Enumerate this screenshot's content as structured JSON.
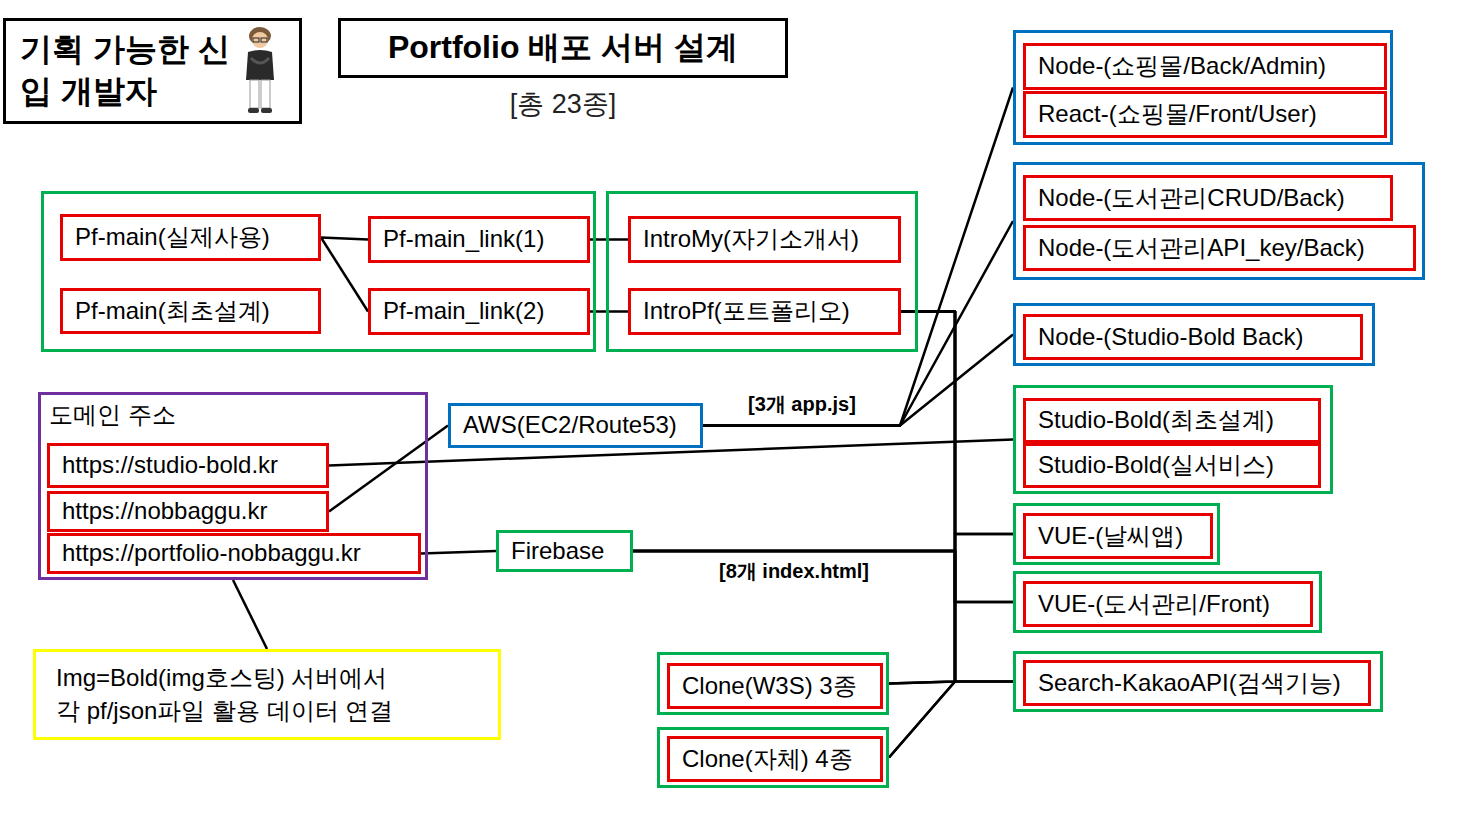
{
  "diagram": {
    "title": "Portfolio 배포 서버 설계",
    "caption": "[총 23종]",
    "nodes": [
      {
        "text": [
          "기획 가능한 신입 개발자"
        ]
      },
      {
        "text": []
      },
      {
        "text": [
          "Pf-main(실제사용)"
        ],
        "in": 1
      },
      {
        "text": [
          "Pf-main_link(1)"
        ],
        "in": 1
      },
      {
        "text": [
          "Pf-main(최초설계)"
        ],
        "in": 1
      },
      {
        "text": [
          "Pf-main_link(2)"
        ],
        "in": 1
      },
      {
        "text": []
      },
      {
        "text": [
          "IntroMy(자기소개서)"
        ],
        "in": 6
      },
      {
        "text": [
          "IntroPf(포트폴리오)"
        ],
        "in": 6
      },
      {
        "text": [
          "도메인 주소"
        ]
      },
      {
        "text": [
          "https://studio-bold.kr"
        ],
        "in": 9
      },
      {
        "text": [
          "https://nobbaggu.kr"
        ],
        "in": 9
      },
      {
        "text": [
          "https://portfolio-nobbaggu.kr"
        ],
        "in": 9
      },
      {
        "text": [
          "AWS(EC2/Route53)"
        ]
      },
      {
        "text": [
          "Firebase"
        ]
      },
      {
        "text": [
          "Img=Bold(img호스팅) 서버에서 각 pf/json파일 활용 데이터 연결"
        ]
      },
      {
        "text": []
      },
      {
        "text": [
          "Node-(쇼핑몰/Back/Admin)"
        ],
        "in": 16
      },
      {
        "text": [
          "React-(쇼핑몰/Front/User)"
        ],
        "in": 16
      },
      {
        "text": []
      },
      {
        "text": [
          "Node-(도서관리CRUD/Back)"
        ],
        "in": 19
      },
      {
        "text": [
          "Node-(도서관리API_key/Back)"
        ],
        "in": 19
      },
      {
        "text": []
      },
      {
        "text": [
          "Node-(Studio-Bold Back)"
        ],
        "in": 22
      },
      {
        "text": []
      },
      {
        "text": [
          "Studio-Bold(최초설계)"
        ],
        "in": 24
      },
      {
        "text": [
          "Studio-Bold(실서비스)"
        ],
        "in": 24
      },
      {
        "text": []
      },
      {
        "text": [
          "VUE-(날씨앱)"
        ],
        "in": 27
      },
      {
        "text": []
      },
      {
        "text": [
          "VUE-(도서관리/Front)"
        ],
        "in": 29
      },
      {
        "text": []
      },
      {
        "text": [
          "Search-KakaoAPI(검색기능)"
        ],
        "in": 31
      },
      {
        "text": []
      },
      {
        "text": [
          "Clone(W3S) 3종"
        ],
        "in": 33
      },
      {
        "text": []
      },
      {
        "text": [
          "Clone(자체) 4종"
        ],
        "in": 35
      }
    ],
    "edges": [
      {
        "from": 2,
        "to": 3,
        "arrow": "none"
      },
      {
        "from": 2,
        "to": 5,
        "arrow": "none"
      },
      {
        "from": 3,
        "to": 7,
        "arrow": "none"
      },
      {
        "from": 5,
        "to": 8,
        "arrow": "none"
      },
      {
        "from": 11,
        "to": 13,
        "arrow": "none"
      },
      {
        "from": 13,
        "to": 16,
        "label": "[3개 app.js]",
        "arrow": "none"
      },
      {
        "from": 13,
        "to": 19,
        "arrow": "none"
      },
      {
        "from": 13,
        "to": 22,
        "arrow": "none"
      },
      {
        "from": 10,
        "to": 24,
        "arrow": "none"
      },
      {
        "from": 12,
        "to": 14,
        "arrow": "none"
      },
      {
        "from": 14,
        "to": 27,
        "label": "[8개 index.html]",
        "arrow": "none"
      },
      {
        "from": 14,
        "to": 29,
        "arrow": "none"
      },
      {
        "from": 14,
        "to": 31,
        "arrow": "none"
      },
      {
        "from": 14,
        "to": 33,
        "arrow": "none"
      },
      {
        "from": 14,
        "to": 35,
        "arrow": "none"
      },
      {
        "from": 8,
        "to": 27,
        "arrow": "none"
      },
      {
        "from": 8,
        "to": 29,
        "arrow": "none"
      },
      {
        "from": 8,
        "to": 31,
        "arrow": "none"
      },
      {
        "from": 8,
        "to": 33,
        "arrow": "none"
      },
      {
        "from": 8,
        "to": 35,
        "arrow": "none"
      },
      {
        "from": 9,
        "to": 15,
        "arrow": "none"
      }
    ]
  }
}
